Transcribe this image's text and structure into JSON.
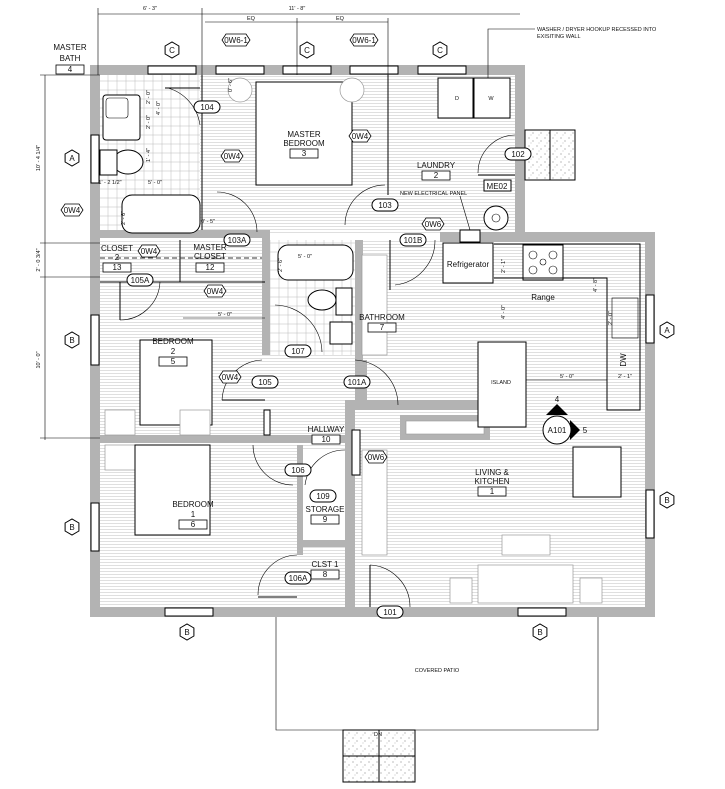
{
  "rooms": {
    "master_bath": {
      "name": "MASTER",
      "name2": "BATH",
      "number": "4"
    },
    "master_bedroom": {
      "name": "MASTER",
      "name2": "BEDROOM",
      "number": "3"
    },
    "laundry": {
      "name": "LAUNDRY",
      "number": "2"
    },
    "closet": {
      "name": "CLOSET",
      "sub": "2",
      "number": "13"
    },
    "master_closet": {
      "name": "MASTER",
      "name2": "CLOSET",
      "number": "12"
    },
    "bathroom": {
      "name": "BATHROOM",
      "number": "7"
    },
    "bedroom2": {
      "name": "BEDROOM",
      "sub": "2",
      "number": "5"
    },
    "hallway": {
      "name": "HALLWAY",
      "number": "10"
    },
    "storage": {
      "name": "STORAGE",
      "number": "9"
    },
    "clst1": {
      "name": "CLST 1",
      "number": "8"
    },
    "bedroom1": {
      "name": "BEDROOM",
      "sub": "1",
      "number": "6"
    },
    "living": {
      "name": "LIVING &",
      "name2": "KITCHEN",
      "number": "1"
    },
    "patio": {
      "name": "COVERED PATIO"
    }
  },
  "fixtures": {
    "island": "ISLAND",
    "refrigerator": "Refrigerator",
    "range": "Range",
    "dishwasher": "DW",
    "dryer": "D",
    "washer": "W",
    "mech_tag": "ME02",
    "stairs": "DN"
  },
  "notes": {
    "washer_line1": "WASHER / DRYER HOOKUP RECESSED INTO",
    "washer_line2": "EXISITING WALL",
    "electrical_panel": "NEW ELECTRICAL PANEL"
  },
  "door_tags": [
    "104",
    "103",
    "102",
    "103A",
    "101B",
    "105A",
    "107",
    "105",
    "101A",
    "106",
    "109",
    "106A",
    "101"
  ],
  "wall_tags": [
    "0W6-1",
    "0W6-1",
    "0W4",
    "0W4",
    "0W4",
    "0W4",
    "0W4",
    "0W4",
    "0W6",
    "0W6"
  ],
  "window_tags": [
    "C",
    "C",
    "C",
    "A",
    "A",
    "B",
    "B",
    "B",
    "B",
    "B"
  ],
  "section_marker": {
    "sheet": "A101",
    "view_a": "4",
    "view_b": "5"
  },
  "dimensions": {
    "top_left": "6' - 3\"",
    "top_mid": "11' - 8\"",
    "eq1": "EQ",
    "eq2": "EQ",
    "left_upper": "10' - 4 1/4\"",
    "left_mid": "2' - 0 3/4\"",
    "left_lower": "10' - 0\"",
    "bath_a": "2' - 0\"",
    "bath_b": "2' - 0\"",
    "bath_c": "4' - 0\"",
    "bath_d": "1' - 4\"",
    "bath_e": "1' - 2 1/2\"",
    "bath_f": "5' - 0\"",
    "bath_g": "2' - 6\"",
    "bath_h": "0' - 5\"",
    "bath_i": "0' - 6\"",
    "tub": "5' - 0\"",
    "tub_w": "2' - 6\"",
    "bed2": "5' - 0\"",
    "kit_a": "2' - 1\"",
    "kit_b": "4' - 0\"",
    "kit_c": "4' - 8\"",
    "kit_d": "2' - 0\"",
    "kit_e": "5' - 0\"",
    "kit_f": "2' - 1\""
  }
}
